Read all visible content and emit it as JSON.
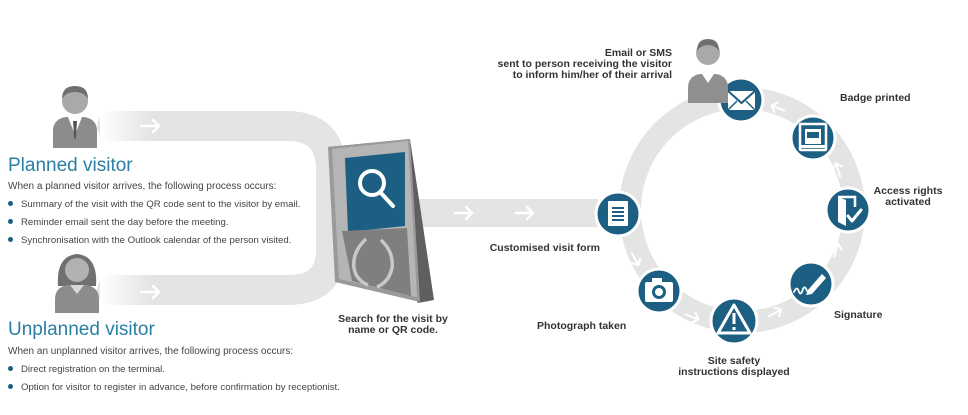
{
  "planned": {
    "title": "Planned visitor",
    "intro": "When a planned visitor arrives, the following process occurs:",
    "bullets": [
      "Summary of the visit with the QR code sent to the visitor by email.",
      "Reminder email sent the day before the meeting.",
      "Synchronisation with the Outlook calendar of the person visited."
    ]
  },
  "unplanned": {
    "title": "Unplanned visitor",
    "intro": "When an unplanned visitor arrives, the following process occurs:",
    "bullets": [
      "Direct registration on the terminal.",
      "Option for visitor to register in advance, before confirmation by receptionist."
    ]
  },
  "terminal": {
    "caption_line1": "Search for the visit by",
    "caption_line2": "name or QR code."
  },
  "steps": {
    "form": "Customised visit form",
    "photo": "Photograph taken",
    "safety_line1": "Site safety",
    "safety_line2": "instructions displayed",
    "signature": "Signature",
    "access_line1": "Access rights",
    "access_line2": "activated",
    "badge": "Badge printed",
    "email_line1": "Email or SMS",
    "email_line2": "sent to person receiving the visitor",
    "email_line3": "to inform him/her of their arrival"
  },
  "icons": {
    "visitor": "person-icon",
    "search": "magnifier-icon",
    "form": "document-icon",
    "photo": "camera-icon",
    "safety": "warning-icon",
    "signature": "pen-icon",
    "access": "door-icon",
    "badge": "printer-icon",
    "email": "envelope-icon",
    "arrow": "arrow-right-icon"
  },
  "colors": {
    "node": "#1c5f82",
    "node_ring": "#ffffff",
    "track": "#e4e4e4",
    "title": "#2a7fa4"
  }
}
